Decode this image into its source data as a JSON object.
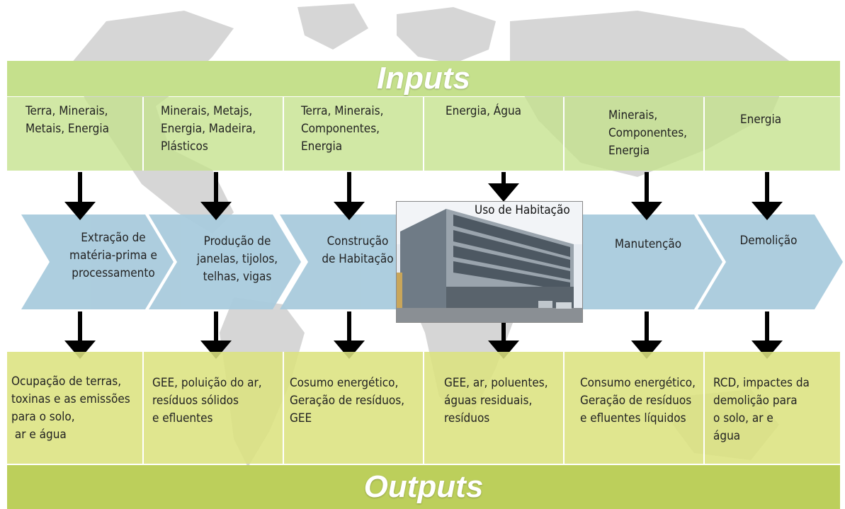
{
  "inputs_title": "Inputs",
  "outputs_title": "Outputs",
  "inputs": [
    {
      "lines": [
        "Terra, Minerais,",
        "Metais, Energia"
      ]
    },
    {
      "lines": [
        "Minerais, Metajs,",
        "Energia, Madeira,",
        "Plásticos"
      ]
    },
    {
      "lines": [
        "Terra, Minerais,",
        "Componentes,",
        "Energia"
      ]
    },
    {
      "lines": [
        "Energia, Água"
      ]
    },
    {
      "lines": [
        "Minerais,",
        "Componentes,",
        "Energia"
      ]
    },
    {
      "lines": [
        "Energia"
      ]
    }
  ],
  "steps": [
    {
      "lines": [
        "Extração de",
        "matéria-prima e",
        "processamento"
      ]
    },
    {
      "lines": [
        "Produção de",
        "janelas, tijolos,",
        "telhas, vigas"
      ]
    },
    {
      "lines": [
        "Construção",
        "de Habitação"
      ]
    },
    {
      "lines": [
        "Uso de Habitação"
      ]
    },
    {
      "lines": [
        "Manutenção"
      ]
    },
    {
      "lines": [
        "Demolição"
      ]
    }
  ],
  "outputs": [
    {
      "lines": [
        "Ocupação de terras,",
        "toxinas e as emissões",
        "para o solo,",
        " ar e água"
      ]
    },
    {
      "lines": [
        "GEE, poluição do ar,",
        "resíduos sólidos",
        "e efluentes"
      ]
    },
    {
      "lines": [
        "Cosumo energético,",
        "Geração de resíduos,",
        "GEE"
      ]
    },
    {
      "lines": [
        "GEE, ar, poluentes,",
        "águas residuais,",
        "resíduos"
      ]
    },
    {
      "lines": [
        "Consumo energético,",
        "Geração de resíduos",
        "e efluentes líquidos"
      ]
    },
    {
      "lines": [
        "RCD, impactes da",
        "demolição para",
        "o solo, ar e",
        "água"
      ]
    }
  ],
  "colors": {
    "inputs_band": "#c5e08c",
    "outputs_band": "#bccf5b",
    "chevron": "#a9cbdd",
    "arrow": "#000000",
    "map": "#c9c9c9"
  }
}
